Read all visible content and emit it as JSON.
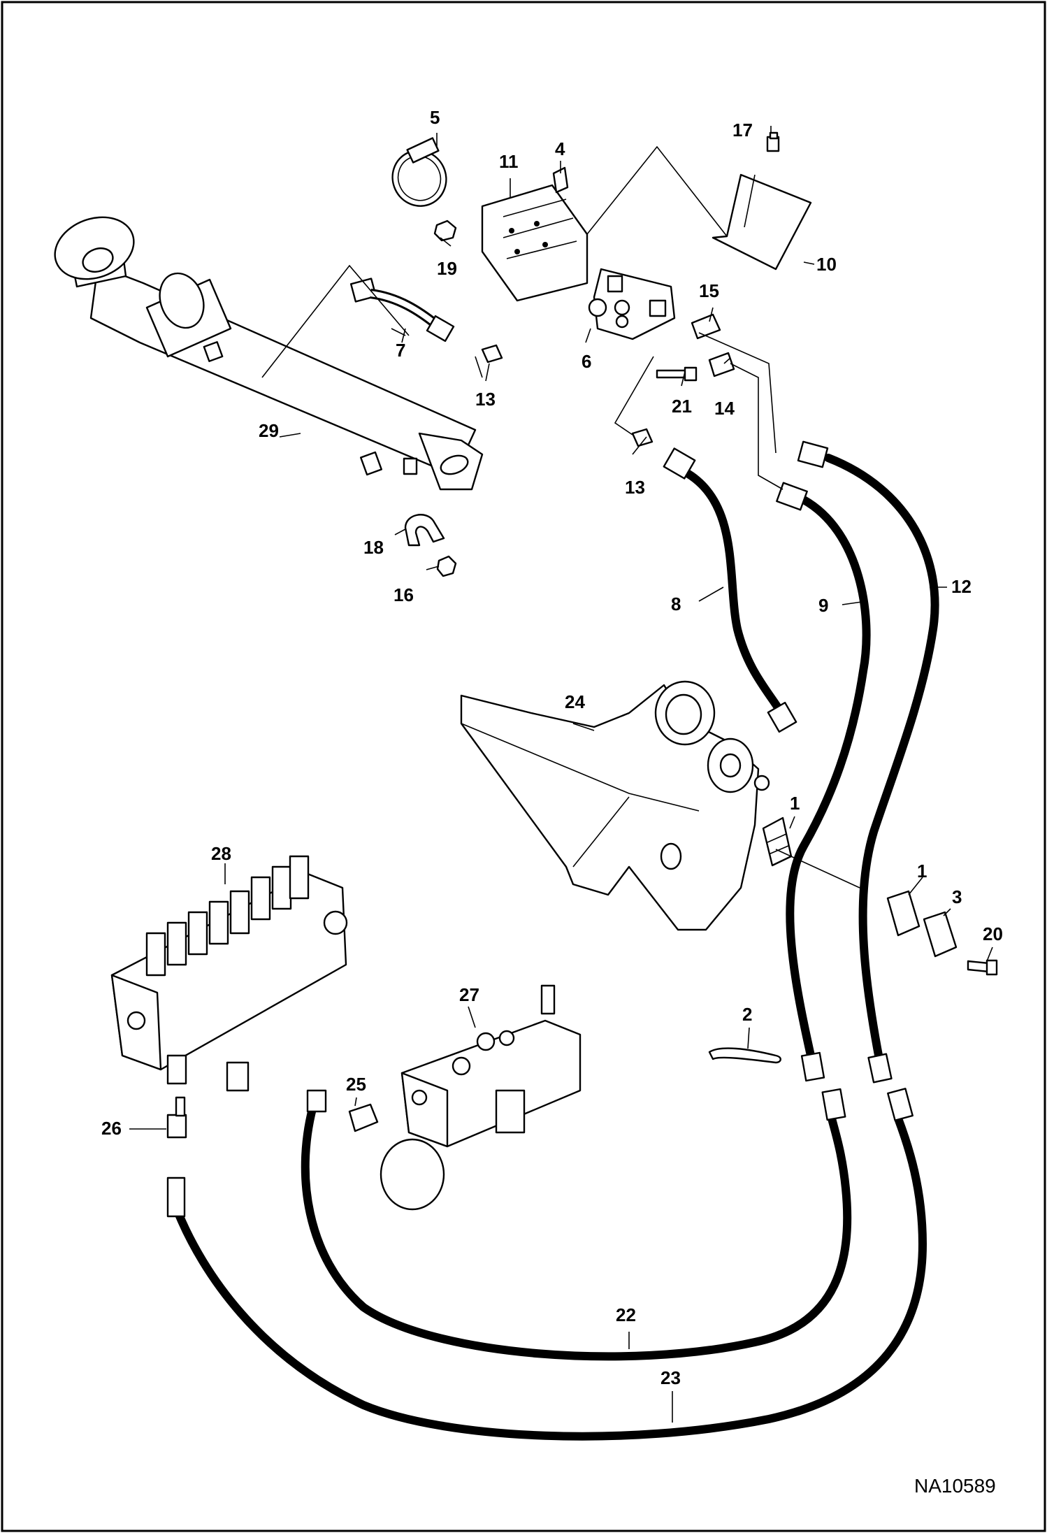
{
  "figure_id": "NA10589",
  "callouts": [
    "1",
    "1",
    "2",
    "3",
    "4",
    "5",
    "6",
    "7",
    "8",
    "9",
    "10",
    "11",
    "12",
    "13",
    "13",
    "14",
    "15",
    "16",
    "17",
    "18",
    "19",
    "20",
    "21",
    "22",
    "23",
    "24",
    "25",
    "26",
    "27",
    "28",
    "29"
  ],
  "parts": [
    "mounting-bracket",
    "attachment-clamp",
    "cable-tie",
    "clamp-plate",
    "set-screw",
    "hose-clamp",
    "valve-block",
    "tube-assembly",
    "hose-8",
    "hose-9",
    "cover-plate",
    "support-bracket",
    "hose-12",
    "adapter-fitting",
    "elbow-fitting-14",
    "straight-fitting-15",
    "bolt-16",
    "bolt-17",
    "tube-clip",
    "nut",
    "bolt-20",
    "bolt-21",
    "hose-22",
    "hose-23",
    "boom",
    "tee-fitting-25",
    "elbow-fitting-26",
    "auxiliary-valve",
    "control-valve",
    "hydraulic-cylinder"
  ]
}
